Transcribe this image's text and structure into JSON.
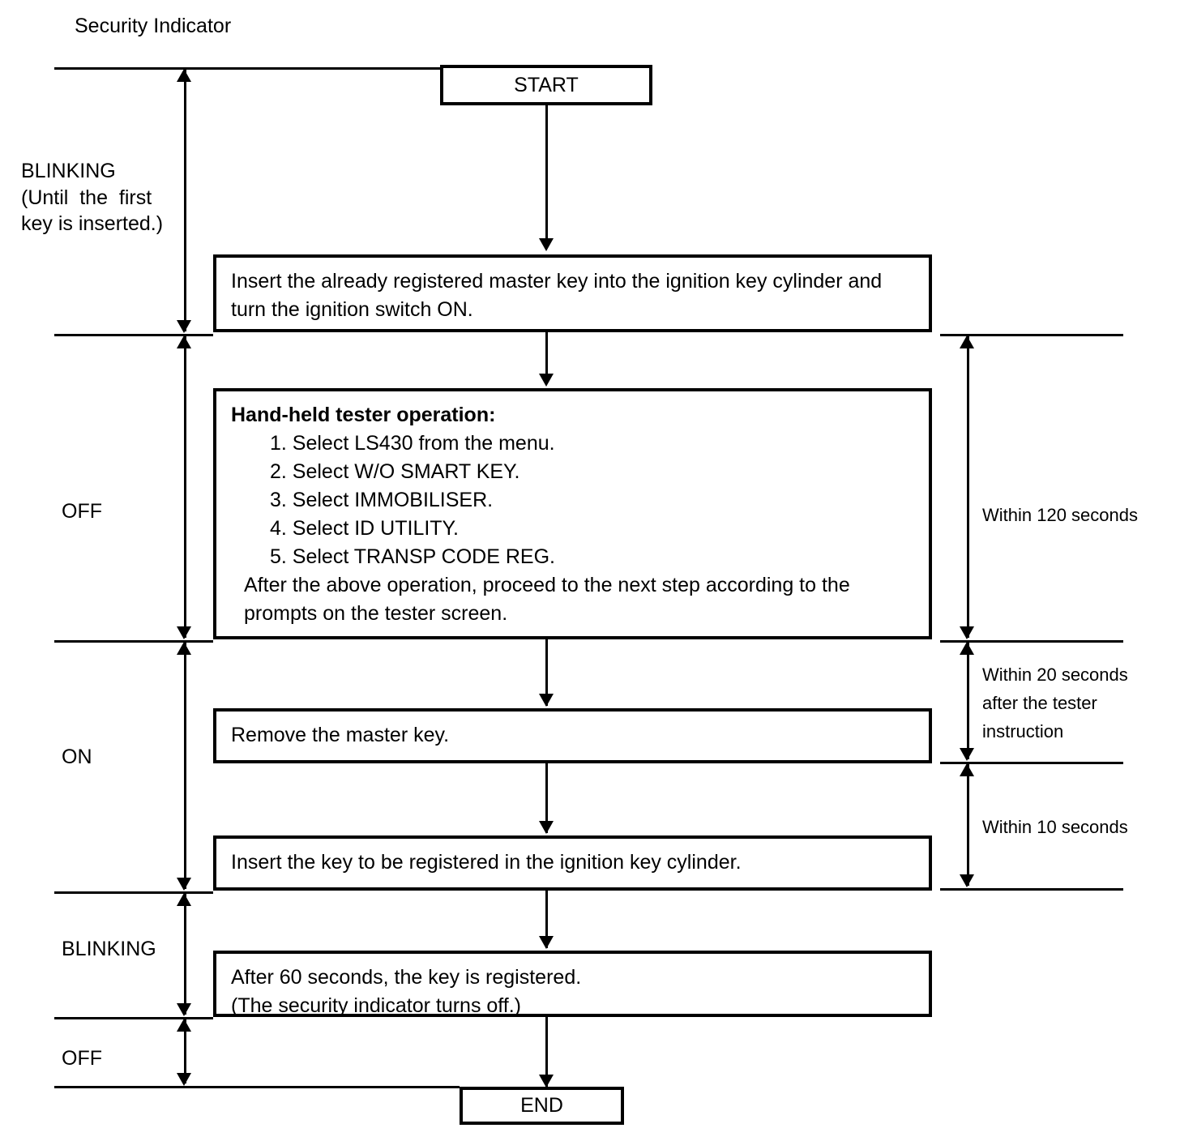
{
  "diagram": {
    "title": "Security Indicator",
    "indicator_states": [
      {
        "label": "BLINKING\n(Until  the  first\nkey is inserted.)"
      },
      {
        "label": "OFF"
      },
      {
        "label": "ON"
      },
      {
        "label": "BLINKING"
      },
      {
        "label": "OFF"
      }
    ],
    "nodes": {
      "start": "START",
      "step1": "Insert the already registered master key into the ignition key cylinder and turn the ignition switch ON.",
      "step2_heading": "Hand-held tester operation:",
      "step2_items": [
        "1. Select LS430 from the menu.",
        "2. Select W/O SMART KEY.",
        "3. Select IMMOBILISER.",
        "4. Select ID UTILITY.",
        "5. Select TRANSP CODE REG."
      ],
      "step2_tail": "After the above operation, proceed to the next step according to the prompts on the tester screen.",
      "step3": "Remove the master key.",
      "step4": "Insert the key to be registered in the ignition key cylinder.",
      "step5_line1": "After 60 seconds, the key is registered.",
      "step5_line2": "(The security indicator turns off.)",
      "end": "END"
    },
    "timings": [
      {
        "label": "Within 120 seconds"
      },
      {
        "label": "Within 20 seconds\nafter the tester\ninstruction"
      },
      {
        "label": "Within 10 seconds"
      }
    ],
    "colors": {
      "stroke": "#000000",
      "background": "#ffffff"
    }
  }
}
